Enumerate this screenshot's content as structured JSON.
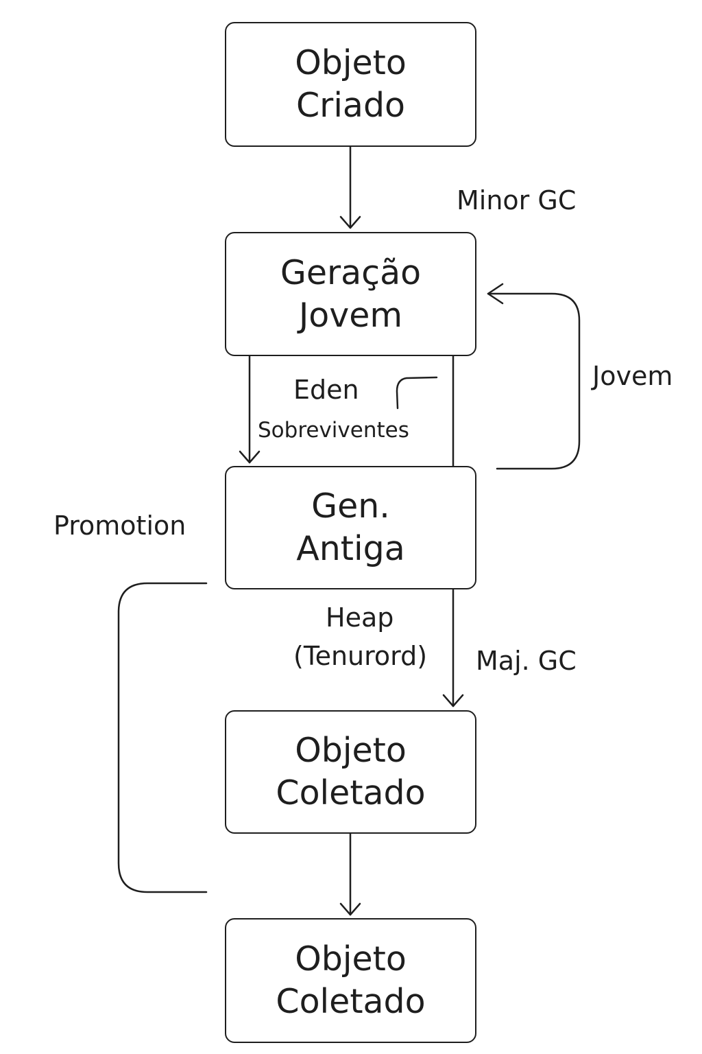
{
  "boxes": {
    "objeto_criado": {
      "line1": "Objeto",
      "line2": "Criado"
    },
    "geracao_jovem": {
      "line1": "Geração",
      "line2": "Jovem"
    },
    "gen_antiga": {
      "line1": "Gen.",
      "line2": "Antiga"
    },
    "objeto_coletado_1": {
      "line1": "Objeto",
      "line2": "Coletado"
    },
    "objeto_coletado_2": {
      "line1": "Objeto",
      "line2": "Coletado"
    }
  },
  "labels": {
    "minor_gc": "Minor GC",
    "eden": "Eden",
    "sobreviventes": "Sobreviventes",
    "jovem": "Jovem",
    "promotion": "Promotion",
    "heap": "Heap",
    "tenurord": "(Tenurord)",
    "maj_gc": "Maj. GC"
  }
}
